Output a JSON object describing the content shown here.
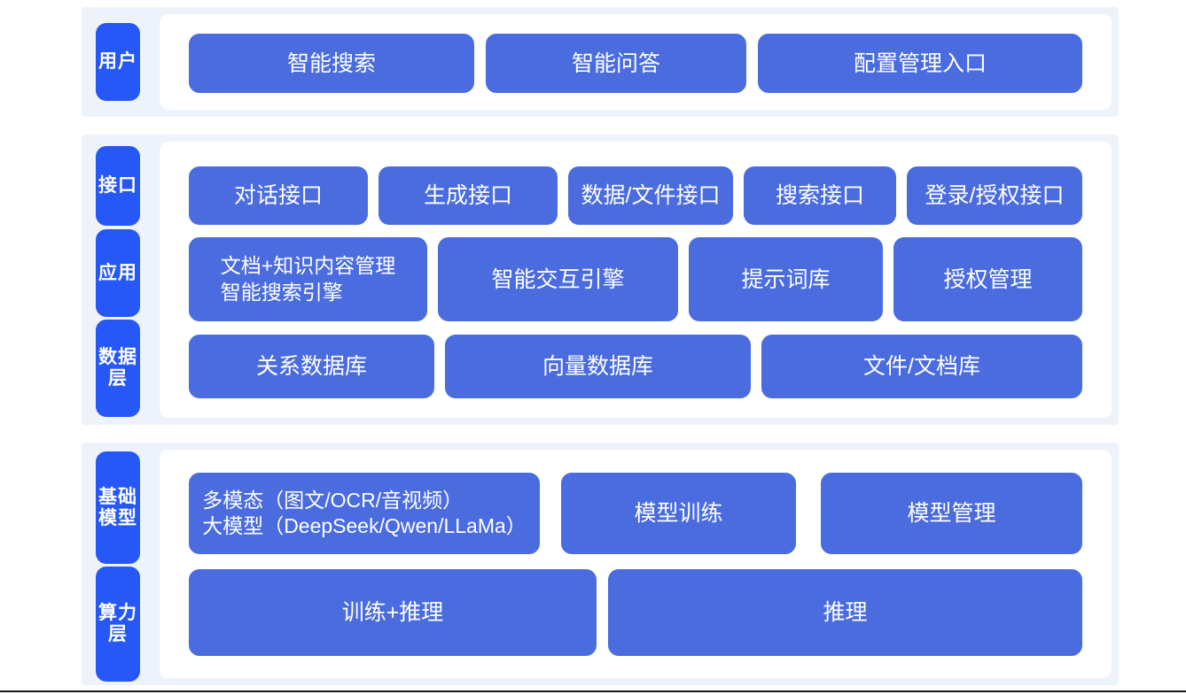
{
  "theme": {
    "band_bg": "#eef3fb",
    "panel_bg": "#ffffff",
    "badge_color": "#2558f6",
    "card_color": "#4a6cdf",
    "card_text": "#ffffff",
    "page_bg": "#ffffff"
  },
  "groups": [
    {
      "id": "user-group",
      "badges": [
        {
          "id": "user",
          "label": "用户"
        }
      ],
      "rows": [
        {
          "id": "user-row",
          "cards": [
            {
              "id": "intelligent-search",
              "label": "智能搜索"
            },
            {
              "id": "intelligent-qa",
              "label": "智能问答"
            },
            {
              "id": "config-management-entry",
              "label": "配置管理入口"
            }
          ]
        }
      ]
    },
    {
      "id": "platform-group",
      "badges": [
        {
          "id": "interface",
          "label": "接口"
        },
        {
          "id": "application",
          "label": "应用"
        },
        {
          "id": "data-layer",
          "label": "数据层"
        }
      ],
      "rows": [
        {
          "id": "interface-row",
          "cards": [
            {
              "id": "dialog-api",
              "label": "对话接口"
            },
            {
              "id": "generation-api",
              "label": "生成接口"
            },
            {
              "id": "data-file-api",
              "label": "数据/文件接口"
            },
            {
              "id": "search-api",
              "label": "搜索接口"
            },
            {
              "id": "login-auth-api",
              "label": "登录/授权接口"
            }
          ]
        },
        {
          "id": "application-row",
          "cards": [
            {
              "id": "doc-knowledge-content-mgmt",
              "label": "文档+知识内容管理\n智能搜索引擎"
            },
            {
              "id": "intelligent-interaction-engine",
              "label": "智能交互引擎"
            },
            {
              "id": "prompt-library",
              "label": "提示词库"
            },
            {
              "id": "authorization-management",
              "label": "授权管理"
            }
          ]
        },
        {
          "id": "data-row",
          "cards": [
            {
              "id": "relational-database",
              "label": "关系数据库"
            },
            {
              "id": "vector-database",
              "label": "向量数据库"
            },
            {
              "id": "file-document-store",
              "label": "文件/文档库"
            }
          ]
        }
      ]
    },
    {
      "id": "infrastructure-group",
      "badges": [
        {
          "id": "foundation-model",
          "label": "基础模型"
        },
        {
          "id": "compute-layer",
          "label": "算力层"
        }
      ],
      "rows": [
        {
          "id": "foundation-model-row",
          "cards": [
            {
              "id": "multimodal-large-model",
              "label": "多模态（图文/OCR/音视频）\n大模型（DeepSeek/Qwen/LLaMa）"
            },
            {
              "id": "model-training",
              "label": "模型训练"
            },
            {
              "id": "model-management",
              "label": "模型管理"
            }
          ]
        },
        {
          "id": "compute-row",
          "cards": [
            {
              "id": "training-plus-inference",
              "label": "训练+推理"
            },
            {
              "id": "inference",
              "label": "推理"
            }
          ]
        }
      ]
    }
  ]
}
